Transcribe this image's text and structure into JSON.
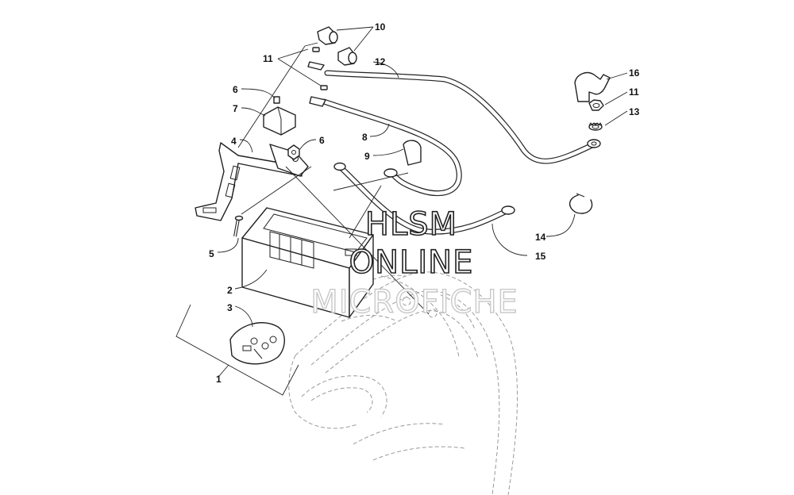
{
  "callouts": [
    {
      "id": "c1",
      "label": "1"
    },
    {
      "id": "c2",
      "label": "2"
    },
    {
      "id": "c3",
      "label": "3"
    },
    {
      "id": "c4",
      "label": "4"
    },
    {
      "id": "c5",
      "label": "5"
    },
    {
      "id": "c6a",
      "label": "6"
    },
    {
      "id": "c6b",
      "label": "6"
    },
    {
      "id": "c7",
      "label": "7"
    },
    {
      "id": "c8",
      "label": "8"
    },
    {
      "id": "c9",
      "label": "9"
    },
    {
      "id": "c10",
      "label": "10"
    },
    {
      "id": "c11a",
      "label": "11"
    },
    {
      "id": "c11b",
      "label": "11"
    },
    {
      "id": "c12",
      "label": "12"
    },
    {
      "id": "c13",
      "label": "13"
    },
    {
      "id": "c14",
      "label": "14"
    },
    {
      "id": "c15",
      "label": "15"
    },
    {
      "id": "c16",
      "label": "16"
    }
  ],
  "watermark": {
    "line1": "HLSM",
    "line2": "ONLINE",
    "line3": "MICROFICHE"
  }
}
